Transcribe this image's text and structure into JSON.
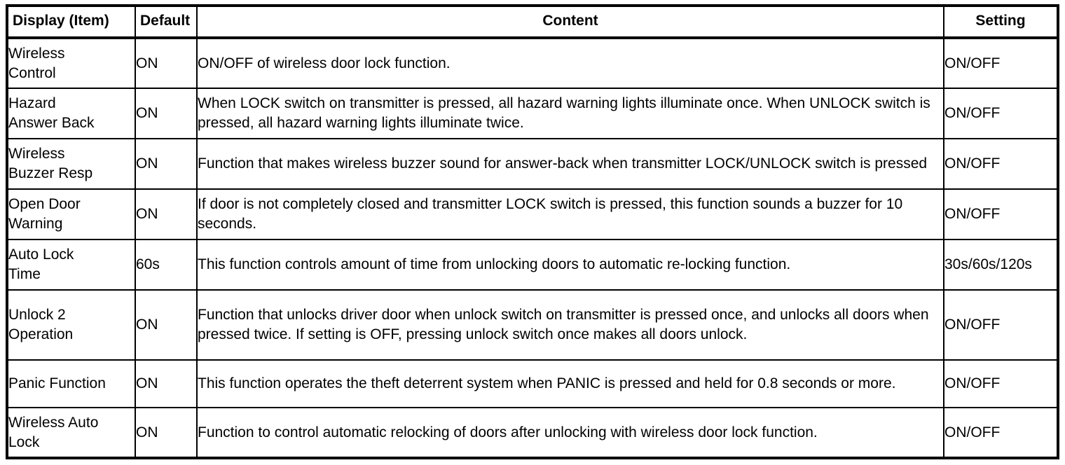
{
  "table": {
    "columns": [
      {
        "key": "display",
        "label": "Display (Item)",
        "align": "left"
      },
      {
        "key": "default",
        "label": "Default",
        "align": "left"
      },
      {
        "key": "content",
        "label": "Content",
        "align": "center"
      },
      {
        "key": "setting",
        "label": "Setting",
        "align": "center"
      }
    ],
    "rows": [
      {
        "display": "Wireless\nControl",
        "default": "ON",
        "content": "ON/OFF of wireless door lock function.",
        "setting": "ON/OFF"
      },
      {
        "display": "Hazard\nAnswer Back",
        "default": "ON",
        "content": "When LOCK switch on transmitter is pressed, all hazard warning lights illuminate once. When UNLOCK switch is pressed, all hazard warning lights illuminate twice.",
        "setting": "ON/OFF"
      },
      {
        "display": "Wireless\nBuzzer Resp",
        "default": "ON",
        "content": "Function that makes wireless buzzer sound for answer-back when transmitter LOCK/UNLOCK switch is pressed",
        "setting": "ON/OFF"
      },
      {
        "display": "Open Door\nWarning",
        "default": "ON",
        "content": "If door is not completely closed and transmitter LOCK switch is pressed, this function sounds a buzzer for 10 seconds.",
        "setting": "ON/OFF"
      },
      {
        "display": "Auto Lock\nTime",
        "default": "60s",
        "content": "This function controls amount of time from unlocking doors to automatic re-locking function.",
        "setting": "30s/60s/120s"
      },
      {
        "display": "Unlock 2\nOperation",
        "default": "ON",
        "content": "Function that unlocks driver door when unlock switch on transmitter is pressed once, and unlocks all doors when pressed twice. If setting is OFF, pressing unlock switch once makes all doors unlock.",
        "setting": "ON/OFF"
      },
      {
        "display": "Panic Function",
        "default": "ON",
        "content": "This function operates the theft deterrent system when PANIC is pressed and held for 0.8 seconds or more.",
        "setting": "ON/OFF"
      },
      {
        "display": "Wireless Auto\nLock",
        "default": "ON",
        "content": "Function to control automatic relocking of doors after unlocking with wireless door lock function.",
        "setting": "ON/OFF"
      }
    ]
  },
  "style": {
    "border_color": "#000000",
    "text_color": "#000000",
    "background": "#ffffff"
  }
}
